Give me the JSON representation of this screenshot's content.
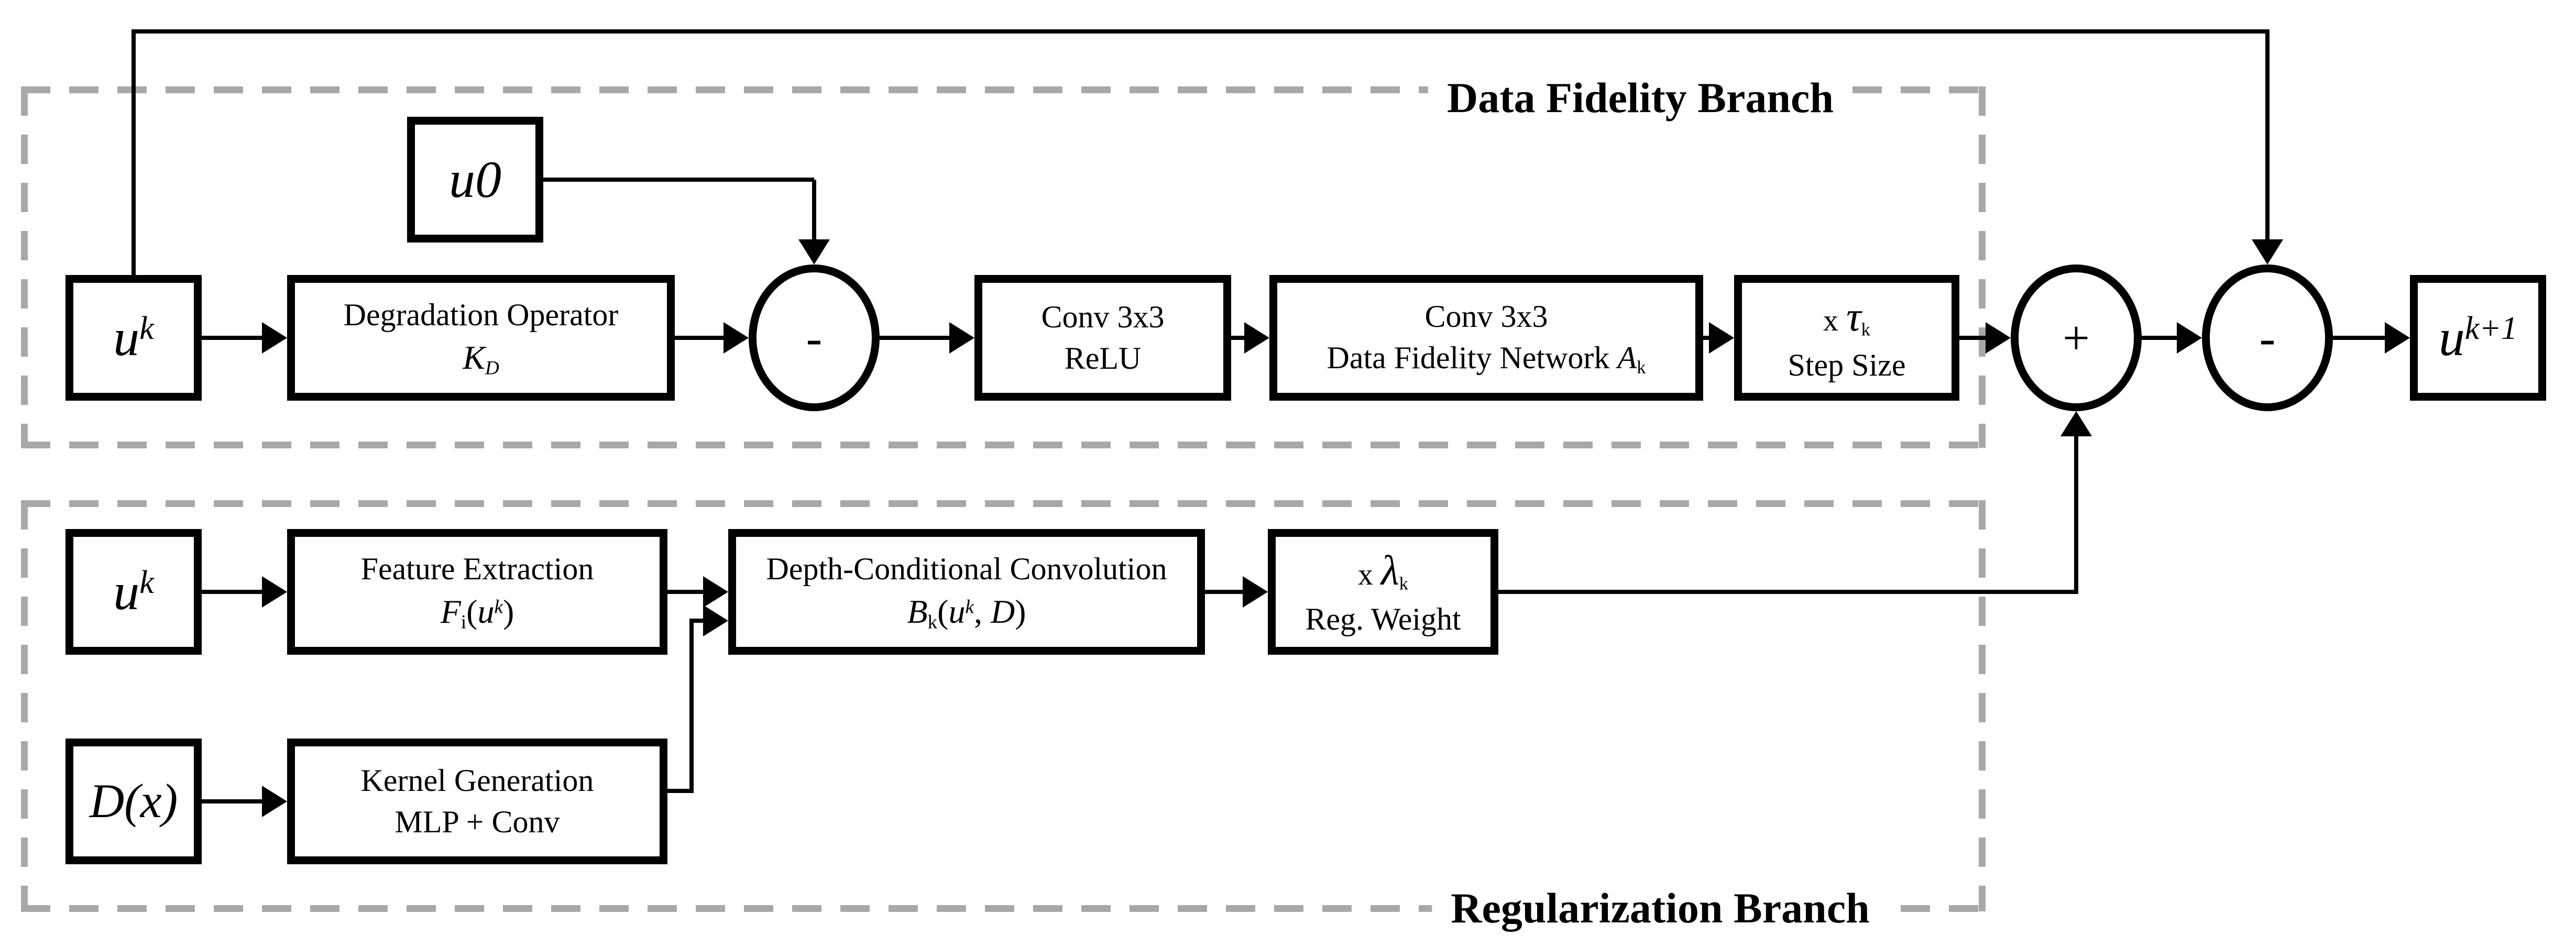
{
  "diagram": {
    "colors": {
      "line": "#000000",
      "dash_border": "#a8a8a8",
      "background": "#ffffff"
    },
    "branches": {
      "data_fidelity": {
        "label": "Data Fidelity Branch"
      },
      "regularization": {
        "label": "Regularization Branch"
      }
    },
    "nodes": {
      "uk_top": {
        "base": "u",
        "sup": "k"
      },
      "u0": {
        "label": "u0"
      },
      "degradation": {
        "title": "Degradation Operator",
        "sym": "K",
        "sym_sub": "D"
      },
      "conv_relu": {
        "title": "Conv 3x3",
        "subtitle": "ReLU"
      },
      "df_network": {
        "title": "Conv 3x3",
        "subtitle": "Data Fidelity Network",
        "sym": "A",
        "sym_sub": "k"
      },
      "step_size": {
        "factor": "x",
        "sym": "τ",
        "sym_sub": "k",
        "subtitle": "Step Size"
      },
      "sum_node": {
        "op": "+"
      },
      "mid_diff_node": {
        "op": "-"
      },
      "out_diff_node": {
        "op": "-"
      },
      "uk_next": {
        "base": "u",
        "sup": "k+1"
      },
      "uk_bottom": {
        "base": "u",
        "sup": "k"
      },
      "feature_extraction": {
        "title": "Feature Extraction",
        "sym": "F",
        "sym_sub": "i",
        "arg_pre": "(",
        "arg_base": "u",
        "arg_sup": "k",
        "arg_post": ")"
      },
      "depth_conv": {
        "title": "Depth-Conditional Convolution",
        "sym": "B",
        "sym_sub": "k",
        "arg_pre": "(",
        "arg_base": "u",
        "arg_sup": "k",
        "arg_mid": ", ",
        "arg_d": "D",
        "arg_post": ")"
      },
      "reg_weight": {
        "factor": "x",
        "sym": "λ",
        "sym_sub": "k",
        "subtitle": "Reg. Weight"
      },
      "dx": {
        "label": "D(x)"
      },
      "kernel_gen": {
        "title": "Kernel Generation",
        "subtitle": "MLP + Conv"
      }
    }
  }
}
